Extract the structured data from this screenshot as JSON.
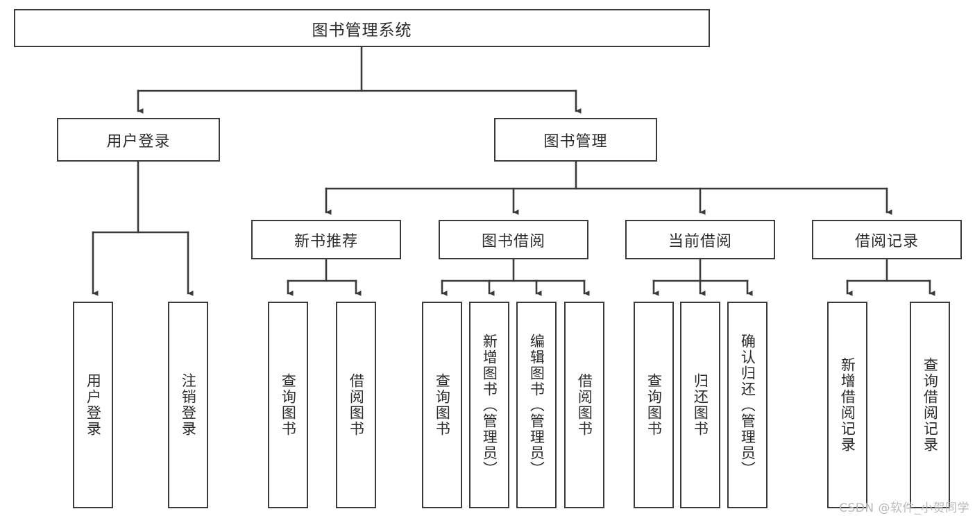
{
  "diagram": {
    "title": "图书管理系统",
    "type": "tree-hierarchy",
    "watermark": "CSDN @软件_小贺同学",
    "colors": {
      "background": "#ffffff",
      "box_border": "#3a3a3a",
      "box_fill": "#ffffff",
      "text": "#2b2b2b",
      "connector": "#3a3a3a",
      "watermark": "#b9b9b9"
    },
    "root": {
      "label": "图书管理系统"
    },
    "level2": [
      {
        "label": "用户登录"
      },
      {
        "label": "图书管理"
      }
    ],
    "level3": [
      {
        "label": "新书推荐"
      },
      {
        "label": "图书借阅"
      },
      {
        "label": "当前借阅"
      },
      {
        "label": "借阅记录"
      }
    ],
    "leaves": {
      "user_login": [
        {
          "label": "用户登录"
        },
        {
          "label": "注销登录"
        }
      ],
      "new_book_recommend": [
        {
          "label": "查询图书"
        },
        {
          "label": "借阅图书"
        }
      ],
      "book_borrow": [
        {
          "label": "查询图书"
        },
        {
          "label": "新增图书（管理员）"
        },
        {
          "label": "编辑图书（管理员）"
        },
        {
          "label": "借阅图书"
        }
      ],
      "current_borrow": [
        {
          "label": "查询图书"
        },
        {
          "label": "归还图书"
        },
        {
          "label": "确认归还（管理员）"
        }
      ],
      "borrow_records": [
        {
          "label": "新增借阅记录"
        },
        {
          "label": "查询借阅记录"
        }
      ]
    }
  }
}
